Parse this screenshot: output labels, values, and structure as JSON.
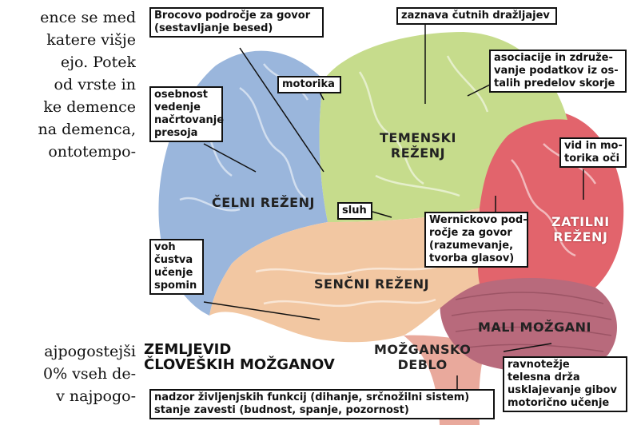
{
  "left_text_top": [
    "ence se med",
    "katere višje",
    "ejo.   Potek",
    "od vrste in",
    "ke demence",
    "na demenca,",
    "ontotempo-"
  ],
  "left_text_bottom": [
    "ajpogostejši",
    "0%  vseh de-",
    "v  najpogo-"
  ],
  "map_title": "ZEMLJEVID\nČLOVEŠKIH MOŽGANOV",
  "lobes": {
    "frontal": "ČELNI REŽENJ",
    "parietal": "TEMENSKI\nREŽENJ",
    "temporal": "SENČNI REŽENJ",
    "occipital": "ZATILNI\nREŽENJ",
    "cerebellum": "MALI MOŽGANI",
    "brainstem": "MOŽGANSKO\nDEBLO"
  },
  "labels": {
    "broca": "Brocovo področje za govor\n(sestavljanje besed)",
    "sensory": "zaznava čutnih dražljajev",
    "motorika": "motorika",
    "association": "asociacije in združe-\nvanje podatkov iz os-\ntalih predelov skorje",
    "personality": "osebnost\nvedenje\nnačrtovanje\npresoja",
    "vision": "vid in mo-\ntorika oči",
    "hearing": "sluh",
    "wernicke": "Wernickovo pod-\nročje za govor\n(razumevanje,\ntvorba glasov)",
    "emotions": "voh\nčustva\nučenje\nspomin",
    "balance": "ravnotežje\ntelesna drža\nusklajevanje gibov\nmotorično učenje",
    "vital": "nadzor življenjskih funkcij (dihanje, srčnožilni sistem)\nstanje zavesti (budnost, spanje, pozornost)"
  },
  "colors": {
    "frontal": "#9ab6dc",
    "parietal": "#c6dc8c",
    "temporal": "#f2c7a2",
    "occipital": "#e2646c",
    "cerebellum": "#b86a7c",
    "brainstem": "#e9a99c"
  }
}
